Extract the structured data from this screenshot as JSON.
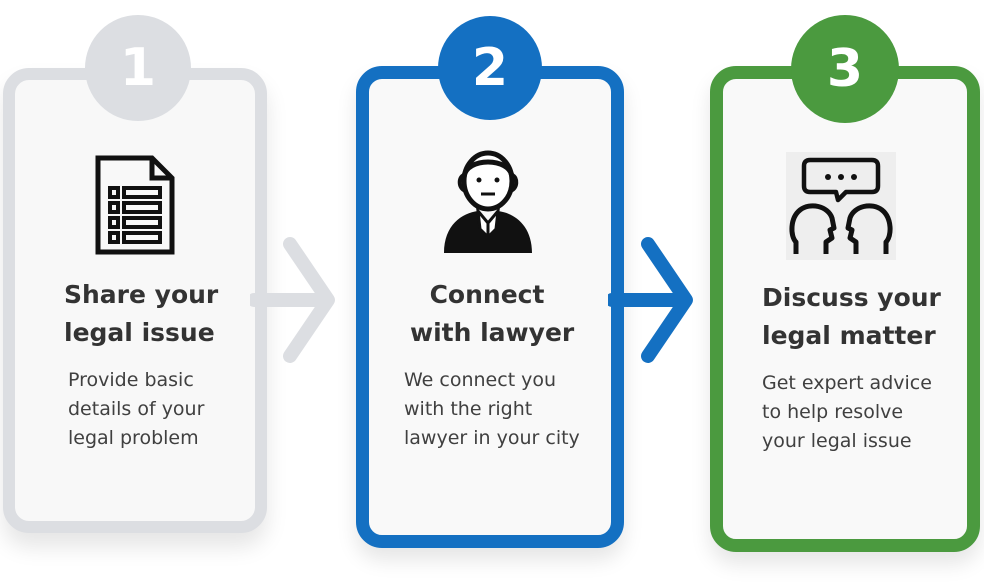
{
  "steps": [
    {
      "number": "1",
      "title_lines": [
        "Share your",
        "legal issue"
      ],
      "desc_lines": [
        "Provide basic",
        "details of your",
        "legal problem"
      ],
      "icon": "document-form-icon",
      "color": "#dcdee2"
    },
    {
      "number": "2",
      "title_lines": [
        "Connect",
        "with lawyer"
      ],
      "desc_lines": [
        "We connect you",
        "with the right",
        "lawyer in your city"
      ],
      "icon": "lawyer-icon",
      "color": "#1470c2"
    },
    {
      "number": "3",
      "title_lines": [
        "Discuss your",
        "legal matter"
      ],
      "desc_lines": [
        "Get expert advice",
        "to help resolve",
        "your legal issue"
      ],
      "icon": "conversation-heads-icon",
      "color": "#4b9a3f"
    }
  ],
  "arrows": [
    {
      "icon": "chevron-right-arrow-icon",
      "color": "#dcdee2"
    },
    {
      "icon": "chevron-right-arrow-icon",
      "color": "#1470c2"
    }
  ]
}
